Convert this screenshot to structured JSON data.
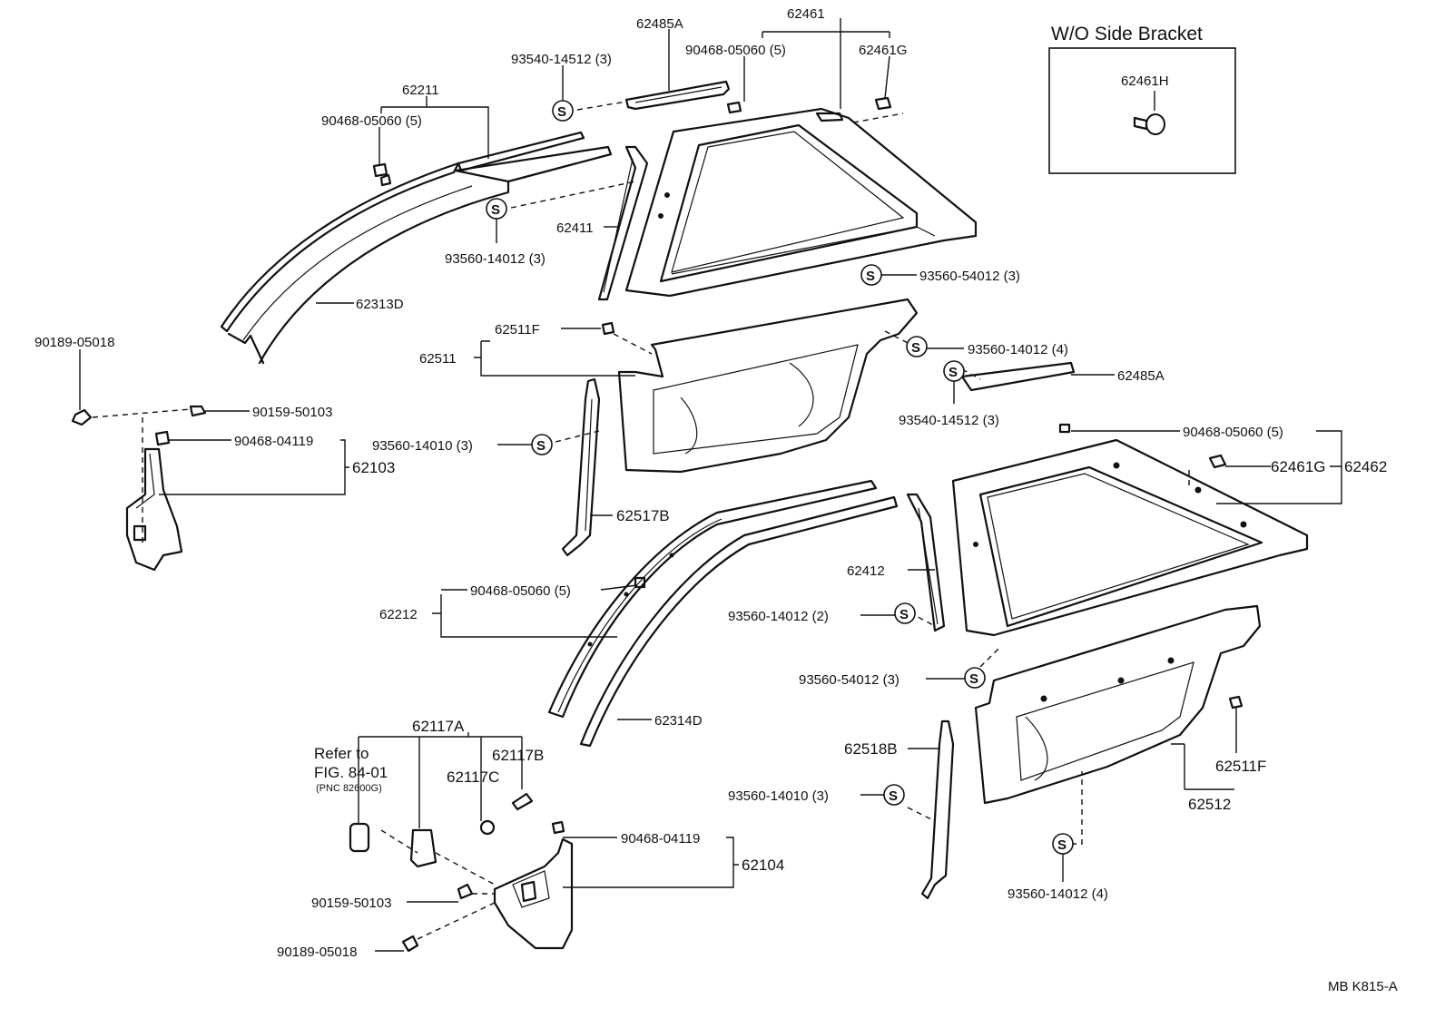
{
  "inset": {
    "title": "W/O Side Bracket",
    "part": "62461H"
  },
  "footer_code": "MB  K815-A",
  "refer_note": {
    "line1": "Refer to",
    "line2": "FIG. 84-01",
    "line3": "(PNC 82600G)"
  },
  "symbol": "S",
  "labels": {
    "p62485A_top": "62485A",
    "p93540_top": "93540-14512 (3)",
    "p62461": "62461",
    "p90468_top": "90468-05060 (5)",
    "p62461G_top": "62461G",
    "p62211": "62211",
    "p90468_left": "90468-05060 (5)",
    "p62411": "62411",
    "p93560_14012_3": "93560-14012 (3)",
    "p93560_54012_top": "93560-54012 (3)",
    "p62313D": "62313D",
    "p90189_top": "90189-05018",
    "p90159_top": "90159-50103",
    "p90468_04119_top": "90468-04119",
    "p62103": "62103",
    "p62511F_top": "62511F",
    "p62511": "62511",
    "p93560_14012_4_top": "93560-14012 (4)",
    "p62485A_mid": "62485A",
    "p93540_mid": "93540-14512 (3)",
    "p93560_14010_top": "93560-14010 (3)",
    "p62517B": "62517B",
    "p90468_right": "90468-05060 (5)",
    "p62461G_right": "62461G",
    "p62462": "62462",
    "p90468_mid": "90468-05060 (5)",
    "p62212": "62212",
    "p62412": "62412",
    "p93560_14012_2": "93560-14012 (2)",
    "p93560_54012_bot": "93560-54012 (3)",
    "p62314D": "62314D",
    "p62117A": "62117A",
    "p62117B": "62117B",
    "p62117C": "62117C",
    "p62518B": "62518B",
    "p62511F_right": "62511F",
    "p62512": "62512",
    "p93560_14010_bot": "93560-14010 (3)",
    "p90468_04119_bot": "90468-04119",
    "p62104": "62104",
    "p93560_14012_4_bot": "93560-14012 (4)",
    "p90159_bot": "90159-50103",
    "p90189_bot": "90189-05018"
  }
}
